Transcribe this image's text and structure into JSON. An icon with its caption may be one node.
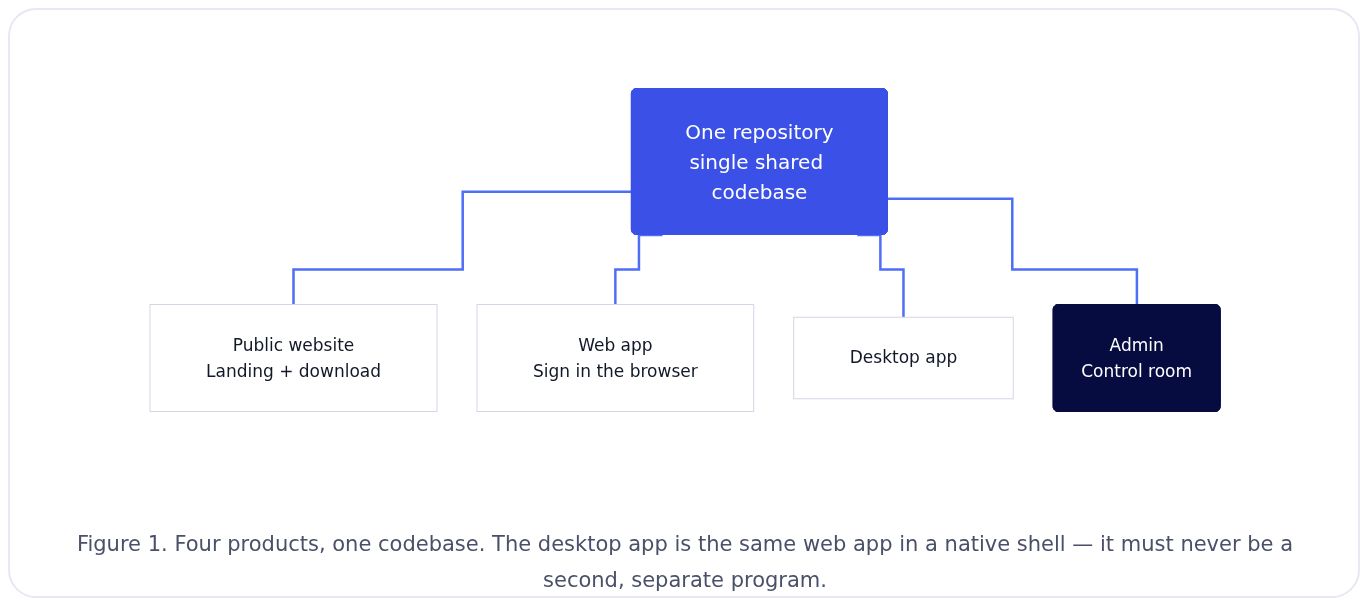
{
  "diagram": {
    "caption": "Figure 1. Four products, one codebase. The desktop app is the same web app in a native shell — it must never be a second, separate program.",
    "nodes": [
      {
        "text": [
          "One repository",
          "single shared codebase"
        ]
      },
      {
        "text": [
          "Public website",
          "Landing + download"
        ]
      },
      {
        "text": [
          "Web app",
          "Sign in the browser"
        ]
      },
      {
        "text": [
          "Desktop app"
        ]
      },
      {
        "text": [
          "Admin",
          "Control room"
        ]
      }
    ],
    "edges": [
      {
        "from": 0,
        "to": 1,
        "arrow": "none"
      },
      {
        "from": 0,
        "to": 2,
        "arrow": "none"
      },
      {
        "from": 0,
        "to": 3,
        "arrow": "none"
      },
      {
        "from": 0,
        "to": 4,
        "arrow": "none"
      }
    ]
  }
}
